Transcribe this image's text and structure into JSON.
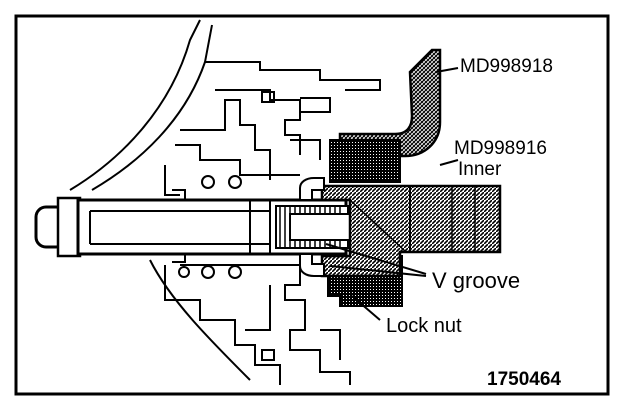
{
  "labels": {
    "tool_a": "MD998918",
    "tool_b": "MD998916",
    "tool_b_sub": "Inner",
    "v_groove": "V  groove",
    "lock_nut": "Lock  nut",
    "figure_number": "1750464"
  },
  "colors": {
    "ink": "#000000",
    "paper": "#ffffff",
    "hatch": "#000000"
  }
}
